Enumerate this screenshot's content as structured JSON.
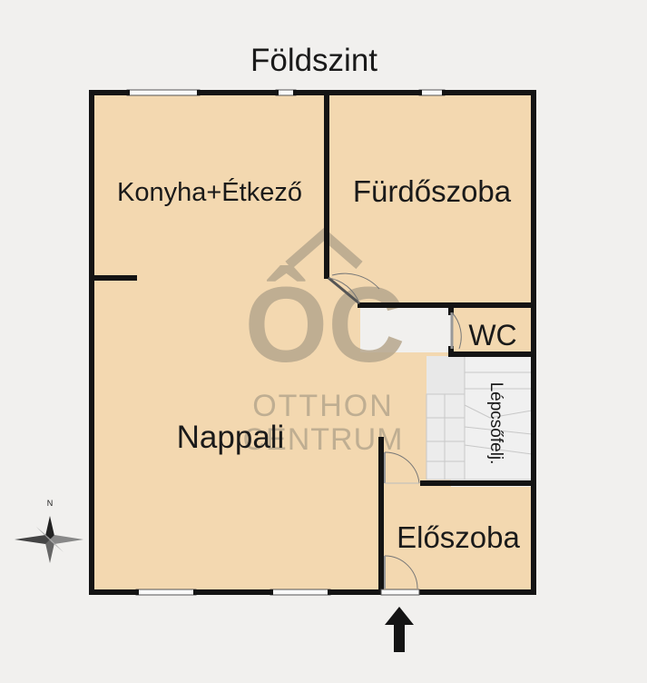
{
  "plan": {
    "title": "Földszint",
    "rooms": {
      "kitchen": "Konyha+Étkező",
      "bathroom": "Fürdőszoba",
      "wc": "WC",
      "stairs": "Lépcsőfelj.",
      "living": "Nappali",
      "hall": "Előszoba"
    },
    "compass_label": "N"
  },
  "watermark": {
    "logo": "ÔC",
    "line1": "OTTHON",
    "line2": "CENTRUM"
  },
  "colors": {
    "background": "#f1f0ee",
    "floor": "#f3d8b0",
    "wall": "#141414",
    "stairs": "#e6e6e6",
    "watermark": "#b7a78d"
  }
}
